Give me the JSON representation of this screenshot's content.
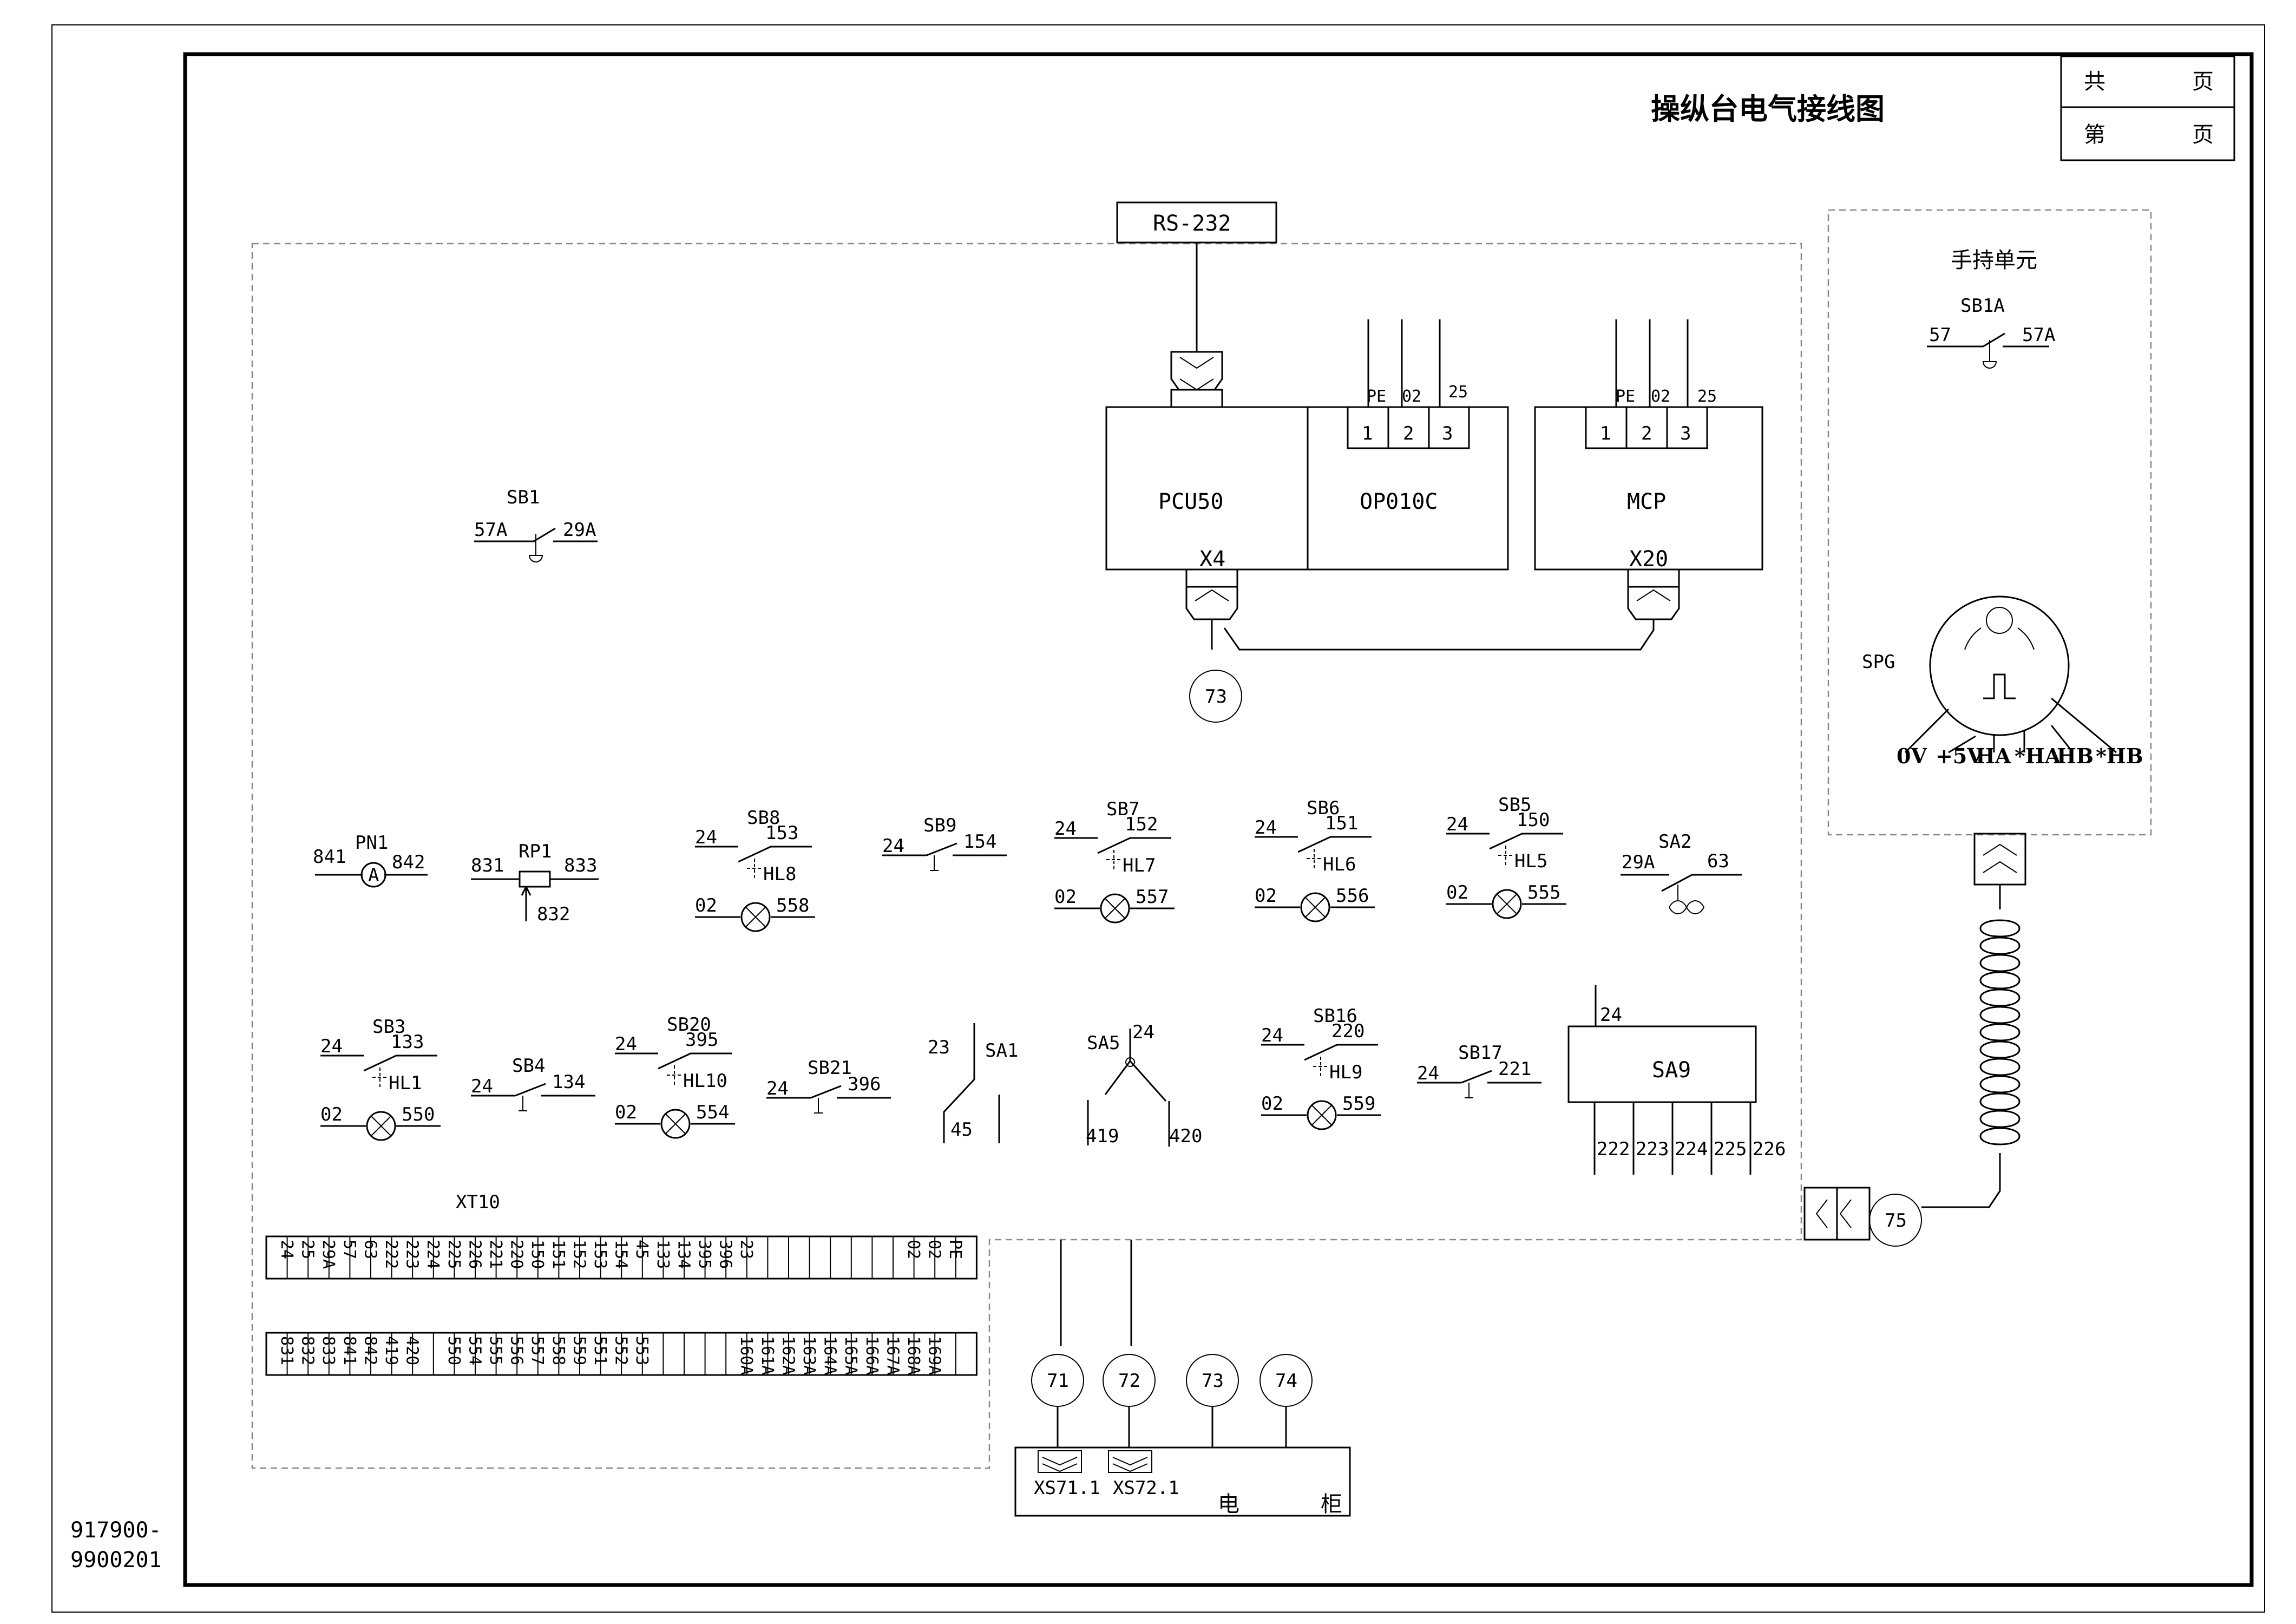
{
  "title": "操纵台电气接线图",
  "title_block": {
    "total": "共",
    "sheet": "第",
    "page": "页"
  },
  "drawing_number": [
    "917900-",
    "9900201"
  ],
  "rs232": "RS-232",
  "units": {
    "pcu50": "PCU50",
    "op010c": "OP010C",
    "mcp": "MCP",
    "x4": "X4",
    "x20": "X20",
    "pins": [
      "PE",
      "02",
      "25"
    ],
    "pin_nums": [
      "1",
      "2",
      "3"
    ]
  },
  "cables": {
    "c71": "71",
    "c72": "72",
    "c73": "73",
    "c74": "74",
    "c75": "75"
  },
  "handheld": {
    "title": "手持单元",
    "sb1a": "SB1A",
    "t57": "57",
    "t57a": "57A",
    "spg": "SPG",
    "pins": [
      "0V",
      "+5V",
      "HA",
      "*HA",
      "HB",
      "*HB"
    ]
  },
  "components": {
    "sb1": {
      "label": "SB1",
      "l": "57A",
      "r": "29A"
    },
    "pn1": {
      "label": "PN1",
      "l": "841",
      "r": "842",
      "sym": "A"
    },
    "rp1": {
      "label": "RP1",
      "l": "831",
      "r": "833",
      "w": "832"
    },
    "sb8": {
      "label": "SB8",
      "a": "24",
      "b": "153",
      "lamp": "HL8",
      "c": "02",
      "d": "558"
    },
    "sb9": {
      "label": "SB9",
      "a": "24",
      "b": "154"
    },
    "sb7": {
      "label": "SB7",
      "a": "24",
      "b": "152",
      "lamp": "HL7",
      "c": "02",
      "d": "557"
    },
    "sb6": {
      "label": "SB6",
      "a": "24",
      "b": "151",
      "lamp": "HL6",
      "c": "02",
      "d": "556"
    },
    "sb5": {
      "label": "SB5",
      "a": "24",
      "b": "150",
      "lamp": "HL5",
      "c": "02",
      "d": "555"
    },
    "sa2": {
      "label": "SA2",
      "a": "29A",
      "b": "63"
    },
    "sb3": {
      "label": "SB3",
      "a": "24",
      "b": "133",
      "lamp": "HL1",
      "c": "02",
      "d": "550"
    },
    "sb4": {
      "label": "SB4",
      "a": "24",
      "b": "134"
    },
    "sb20": {
      "label": "SB20",
      "a": "24",
      "b": "395",
      "lamp": "HL10",
      "c": "02",
      "d": "554"
    },
    "sb21": {
      "label": "SB21",
      "a": "24",
      "b": "396"
    },
    "sa1": {
      "label": "SA1",
      "a": "23",
      "b": "45"
    },
    "sa5": {
      "label": "SA5",
      "a": "24",
      "b": "419",
      "c": "420"
    },
    "sb16": {
      "label": "SB16",
      "a": "24",
      "b": "220",
      "lamp": "HL9",
      "c": "02",
      "d": "559"
    },
    "sb17": {
      "label": "SB17",
      "a": "24",
      "b": "221"
    },
    "sa9": {
      "label": "SA9",
      "in": "24",
      "out": [
        "222",
        "223",
        "224",
        "225",
        "226"
      ]
    }
  },
  "xt10": {
    "label": "XT10",
    "row1": [
      "24",
      "25",
      "29A",
      "57",
      "63",
      "222",
      "223",
      "224",
      "225",
      "226",
      "221",
      "220",
      "150",
      "151",
      "152",
      "153",
      "154",
      "45",
      "133",
      "134",
      "395",
      "396",
      "23",
      "",
      "",
      "",
      "",
      "",
      "",
      "",
      "02",
      "02",
      "PE",
      ""
    ],
    "row2": [
      "831",
      "832",
      "833",
      "841",
      "842",
      "419",
      "420",
      "",
      "550",
      "554",
      "555",
      "556",
      "557",
      "558",
      "559",
      "551",
      "552",
      "553",
      "",
      "",
      "",
      "",
      "160A",
      "161A",
      "162A",
      "163A",
      "164A",
      "165A",
      "166A",
      "167A",
      "168A",
      "169A",
      "",
      ""
    ]
  },
  "cabinet": {
    "xs71": "XS71.1",
    "xs72": "XS72.1",
    "l1": "电",
    "l2": "柜"
  }
}
